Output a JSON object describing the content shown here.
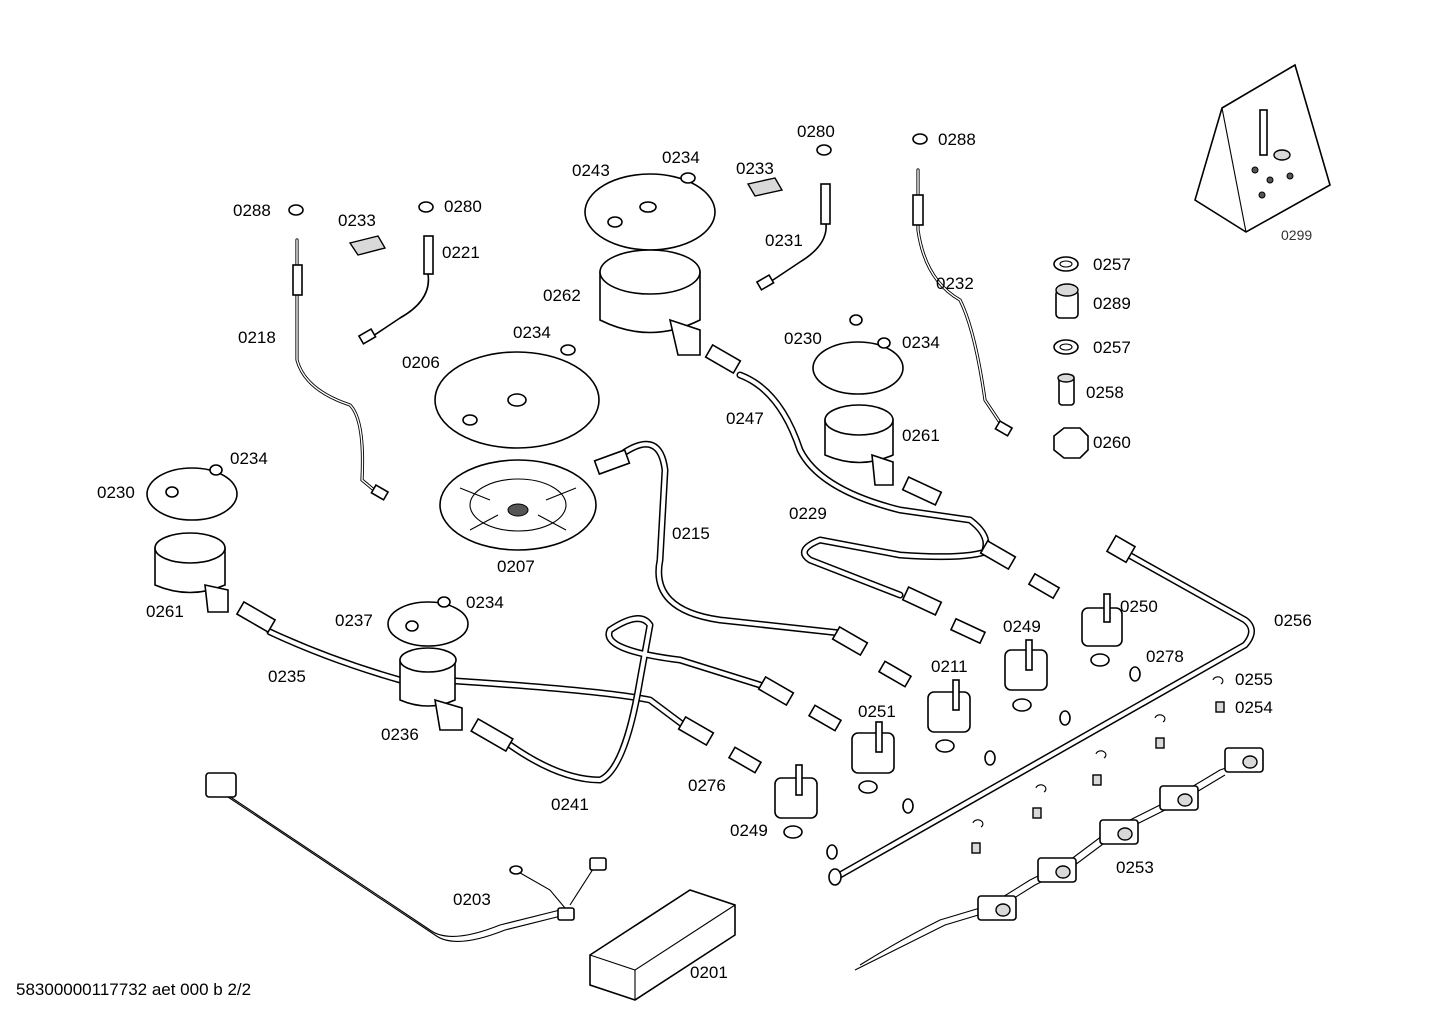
{
  "labels": {
    "l0288a": "0288",
    "l0233a": "0233",
    "l0280a": "0280",
    "l0221": "0221",
    "l0218": "0218",
    "l0243": "0243",
    "l0234a": "0234",
    "l0233b": "0233",
    "l0280b": "0280",
    "l0288b": "0288",
    "l0231": "0231",
    "l0232": "0232",
    "l0262": "0262",
    "l0234b": "0234",
    "l0206": "0206",
    "l0230a": "0230",
    "l0234c": "0234",
    "l0247": "0247",
    "l0261a": "0261",
    "l0257a": "0257",
    "l0289": "0289",
    "l0257b": "0257",
    "l0258": "0258",
    "l0260": "0260",
    "l0299": "0299",
    "l0234d": "0234",
    "l0230b": "0230",
    "l0229": "0229",
    "l0215": "0215",
    "l0207": "0207",
    "l0261b": "0261",
    "l0237": "0237",
    "l0234e": "0234",
    "l0235": "0235",
    "l0236": "0236",
    "l0250": "0250",
    "l0256": "0256",
    "l0249a": "0249",
    "l0211": "0211",
    "l0278": "0278",
    "l0255": "0255",
    "l0254": "0254",
    "l0251": "0251",
    "l0276": "0276",
    "l0241": "0241",
    "l0249b": "0249",
    "l0253": "0253",
    "l0203": "0203",
    "l0201": "0201"
  },
  "footer": "58300000117732 aet 000 b 2/2"
}
